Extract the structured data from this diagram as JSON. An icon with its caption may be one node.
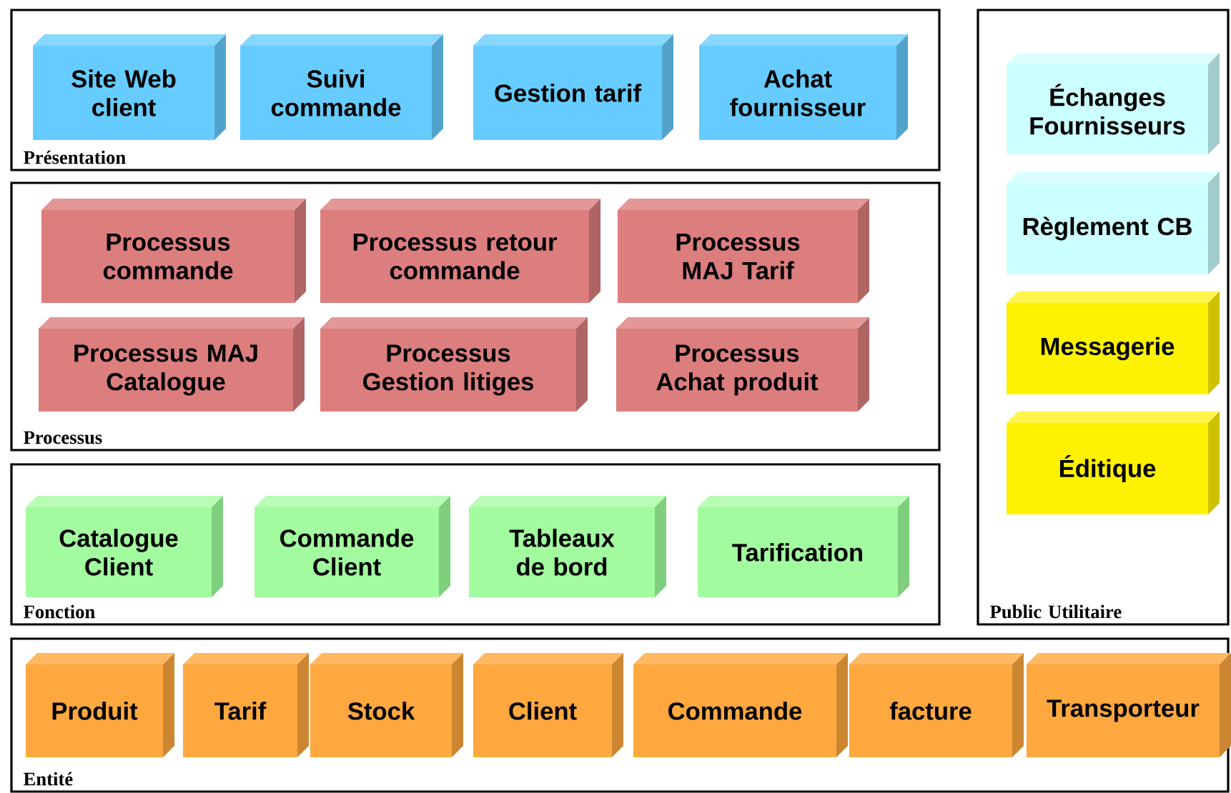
{
  "diagram": {
    "nodes": [
      {
        "text": [
          "Présentation"
        ]
      },
      {
        "text": [
          "Site Web client"
        ],
        "in": 0
      },
      {
        "text": [
          "Suivi commande"
        ],
        "in": 0
      },
      {
        "text": [
          "Gestion tarif"
        ],
        "in": 0
      },
      {
        "text": [
          "Achat fournisseur"
        ],
        "in": 0
      },
      {
        "text": [
          "Processus"
        ]
      },
      {
        "text": [
          "Processus commande"
        ],
        "in": 5
      },
      {
        "text": [
          "Processus retour commande"
        ],
        "in": 5
      },
      {
        "text": [
          "Processus MAJ Tarif"
        ],
        "in": 5
      },
      {
        "text": [
          "Processus MAJ Catalogue"
        ],
        "in": 5
      },
      {
        "text": [
          "Processus Gestion litiges"
        ],
        "in": 5
      },
      {
        "text": [
          "Processus Achat produit"
        ],
        "in": 5
      },
      {
        "text": [
          "Fonction"
        ]
      },
      {
        "text": [
          "Catalogue Client"
        ],
        "in": 12
      },
      {
        "text": [
          "Commande Client"
        ],
        "in": 12
      },
      {
        "text": [
          "Tableaux de bord"
        ],
        "in": 12
      },
      {
        "text": [
          "Tarification"
        ],
        "in": 12
      },
      {
        "text": [
          "Public Utilitaire"
        ]
      },
      {
        "text": [
          "Échanges Fournisseurs"
        ],
        "in": 17
      },
      {
        "text": [
          "Règlement CB"
        ],
        "in": 17
      },
      {
        "text": [
          "Messagerie"
        ],
        "in": 17
      },
      {
        "text": [
          "Éditique"
        ],
        "in": 17
      },
      {
        "text": [
          "Entité"
        ]
      },
      {
        "text": [
          "Produit"
        ],
        "in": 22
      },
      {
        "text": [
          "Tarif"
        ],
        "in": 22
      },
      {
        "text": [
          "Stock"
        ],
        "in": 22
      },
      {
        "text": [
          "Client"
        ],
        "in": 22
      },
      {
        "text": [
          "Commande"
        ],
        "in": 22
      },
      {
        "text": [
          "facture"
        ],
        "in": 22
      },
      {
        "text": [
          "Transporteur"
        ],
        "in": 22
      }
    ]
  }
}
